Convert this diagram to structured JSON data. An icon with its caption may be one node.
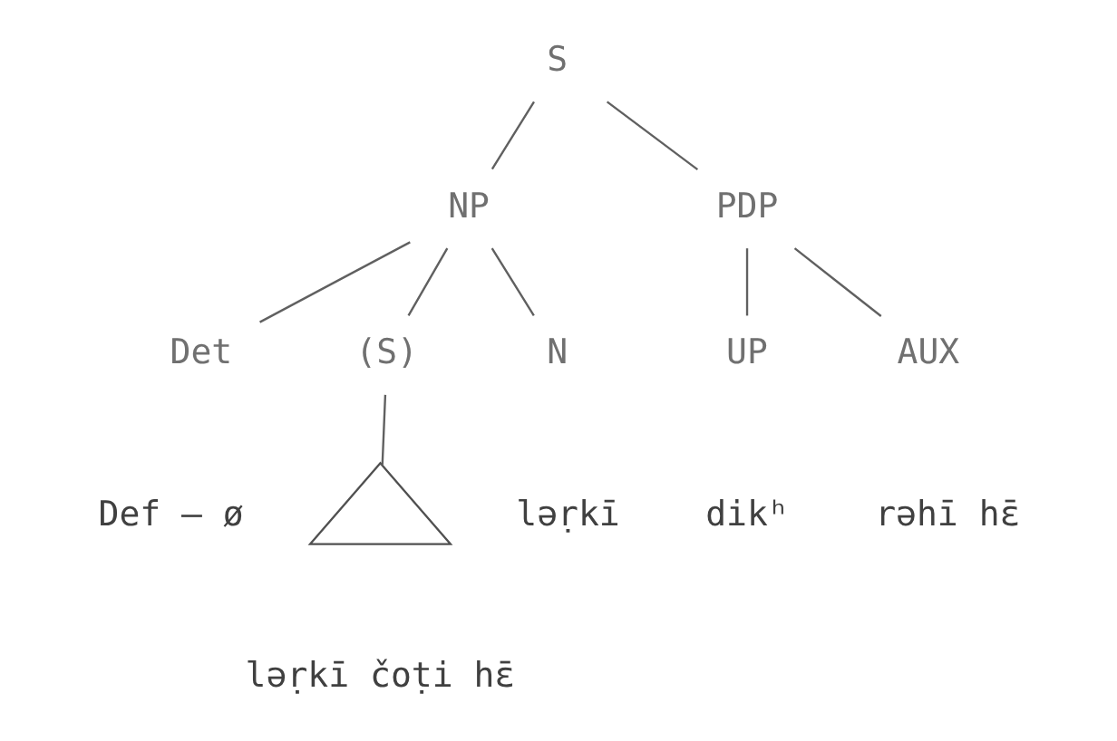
{
  "diagram": {
    "nodes": [
      {
        "text": [
          "S"
        ]
      },
      {
        "text": [
          "NP"
        ]
      },
      {
        "text": [
          "PDP"
        ]
      },
      {
        "text": [
          "Det"
        ]
      },
      {
        "text": [
          "(S)"
        ]
      },
      {
        "text": [
          "N"
        ]
      },
      {
        "text": [
          "UP"
        ]
      },
      {
        "text": [
          "AUX"
        ]
      },
      {
        "text": [],
        "shape": "triangle",
        "beside": [
          "ləṛkī čoṭi hɛ̄"
        ]
      }
    ],
    "edges": [
      {
        "from": 0,
        "to": 1,
        "arrow": "none"
      },
      {
        "from": 0,
        "to": 2,
        "arrow": "none"
      },
      {
        "from": 1,
        "to": 3,
        "arrow": "none"
      },
      {
        "from": 1,
        "to": 4,
        "arrow": "none"
      },
      {
        "from": 1,
        "to": 5,
        "arrow": "none"
      },
      {
        "from": 2,
        "to": 6,
        "arrow": "none"
      },
      {
        "from": 2,
        "to": 7,
        "arrow": "none"
      },
      {
        "from": 4,
        "to": 8,
        "arrow": "none"
      }
    ],
    "labels": [
      "Def – ø",
      "ləṛkī",
      "dikʰ",
      "rəhī hɛ̄"
    ]
  }
}
